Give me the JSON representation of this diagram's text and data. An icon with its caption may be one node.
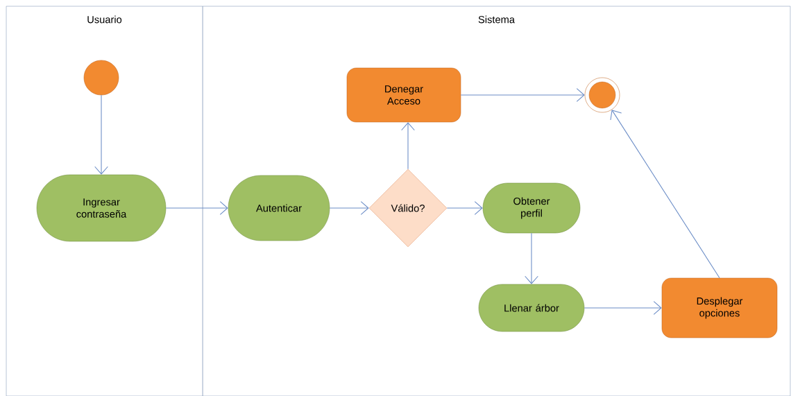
{
  "diagram": {
    "nodes": [
      {
        "text": [
          "Usuario"
        ]
      },
      {
        "text": [
          "Sistema"
        ]
      },
      {
        "text": [],
        "shape": "circle",
        "in": 0
      },
      {
        "text": [
          "Ingresar contraseña"
        ],
        "in": 0
      },
      {
        "text": [
          "Autenticar"
        ],
        "in": 1
      },
      {
        "text": [
          "Válido?"
        ],
        "in": 1
      },
      {
        "text": [
          "Denegar Acceso"
        ],
        "in": 1
      },
      {
        "text": [],
        "shape": "circle",
        "in": 1
      },
      {
        "text": [
          "Obtener perfil"
        ],
        "in": 1
      },
      {
        "text": [
          "Llenar árbor"
        ],
        "in": 1
      },
      {
        "text": [
          "Desplegar opciones"
        ],
        "in": 1
      }
    ],
    "edges": [
      {
        "from": 2,
        "to": 3,
        "arrow": "to"
      },
      {
        "from": 3,
        "to": 4,
        "arrow": "to"
      },
      {
        "from": 4,
        "to": 5,
        "arrow": "to"
      },
      {
        "from": 5,
        "to": 6,
        "arrow": "to"
      },
      {
        "from": 5,
        "to": 8,
        "arrow": "to"
      },
      {
        "from": 6,
        "to": 7,
        "arrow": "to"
      },
      {
        "from": 8,
        "to": 9,
        "arrow": "to"
      },
      {
        "from": 9,
        "to": 10,
        "arrow": "to"
      },
      {
        "from": 10,
        "to": 7,
        "arrow": "to"
      }
    ]
  }
}
